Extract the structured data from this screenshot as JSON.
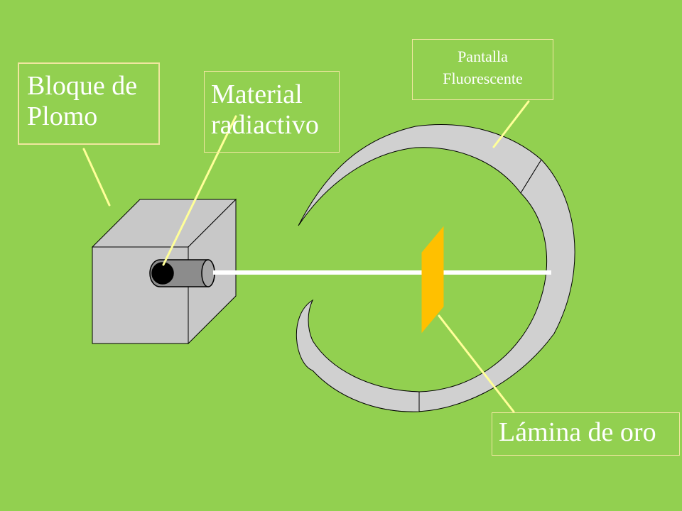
{
  "labels": {
    "bloque": [
      "Bloque de",
      "Plomo"
    ],
    "material": [
      "Material",
      "radiactivo"
    ],
    "pantalla": [
      "Pantalla",
      "Fluorescente"
    ],
    "lamina": [
      "Lámina de oro"
    ]
  },
  "colors": {
    "background": "#92d050",
    "block_face": "#c8c8c8",
    "screen_fill": "#d0d0d0",
    "gold_foil": "#ffc000",
    "beam": "#ffffff",
    "arrow": "#ffff99",
    "label_border": "#f0e6a0",
    "label_text": "#ffffff"
  }
}
